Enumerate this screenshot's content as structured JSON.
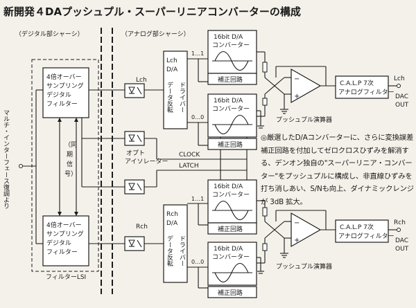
{
  "title": "新開発４DAプッシュプル・スーパーリニアコンバーターの構成",
  "digital_chassis_label": "（デジタル部シャーシ）",
  "analog_chassis_label": "（アナログ部シャーシ）",
  "input_label": "マルチ・インターフェース復調より",
  "filter_block": "4倍オーバーサンプリングデジタルフィルター",
  "filter_lines": [
    "4倍オーバー",
    "サンプリング",
    "デジタル",
    "フィルター"
  ],
  "sync_signal_label": "（同期信号）",
  "sync_lines": [
    "（同",
    "期",
    "信",
    "号）"
  ],
  "filter_lsi_label": "フィルターLSI",
  "lch_label": "Lch",
  "rch_label": "Rch",
  "opto_isolator_lines": [
    "オプト",
    "アイソレーター"
  ],
  "clock_label": "CLOCK",
  "latch_label": "LATCH",
  "lch_da_invert_lines": [
    "Lch",
    "D/A",
    "データ反転"
  ],
  "rch_da_invert_lines": [
    "Rch",
    "D/A",
    "データ反転"
  ],
  "driver_label": "ドライバー",
  "bit1_label": "1…1",
  "bit0_label": "0…0",
  "dac_converter_lines": [
    "16bit D/A",
    "コンバーター"
  ],
  "correction_circuit": "補正回路",
  "push_pull_op": "プッシュプル演算器",
  "calp_lines": [
    "C.A.L.P 7次",
    "アナログフィルター"
  ],
  "out_l_lines": [
    "Lch",
    "DAC",
    "OUT"
  ],
  "out_r_lines": [
    "Rch",
    "DAC",
    "OUT"
  ],
  "note": "◎厳選したD/Aコンバーターに、さらに変換誤差補正回路を付加してゼロクロスひずみを解消する、デンオン独自の\"スーパーリニア・コンバーター\"をプッシュプルに構成し、非直線ひずみを打ち消しあい、S/Nも向上、ダイナミックレンジが 3dB 拡大。"
}
